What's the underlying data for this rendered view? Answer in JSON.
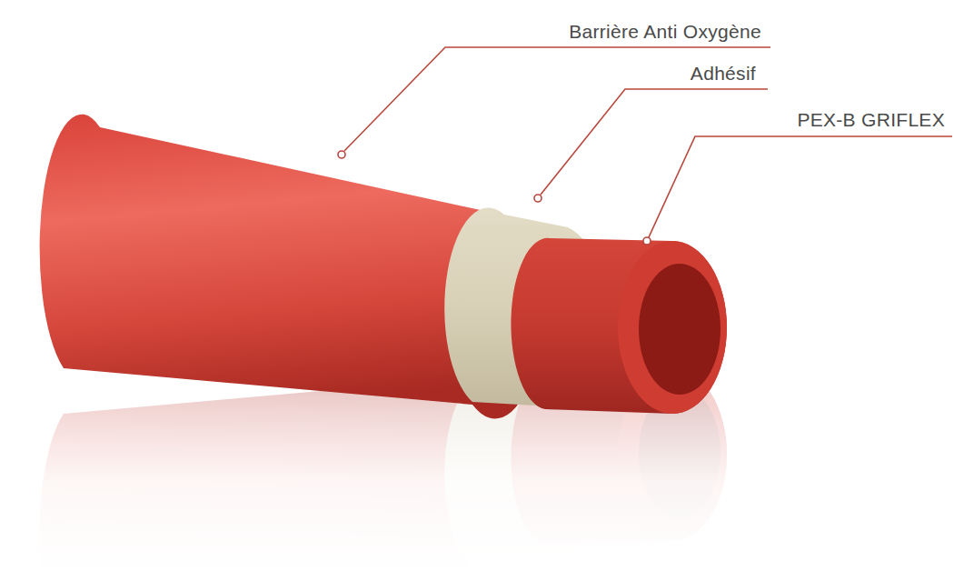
{
  "diagram": {
    "labels": [
      "Barrière Anti Oxygène",
      "Adhésif",
      "PEX-B GRIFLEX"
    ]
  }
}
